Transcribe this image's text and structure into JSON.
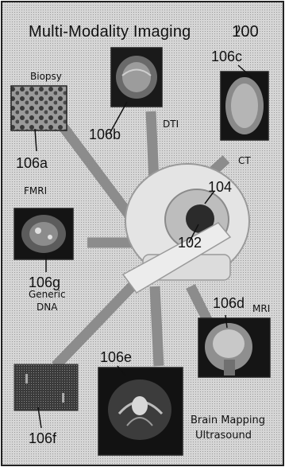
{
  "figure": {
    "title": "Multi-Modality Imaging",
    "title_ref": "100",
    "scanner_ref": "102",
    "gantry_ref": "104",
    "modalities": [
      {
        "key": "biopsy",
        "label": "Biopsy",
        "ref": "106a"
      },
      {
        "key": "dti",
        "label": "DTI",
        "ref": "106b"
      },
      {
        "key": "ct",
        "label": "CT",
        "ref": "106c"
      },
      {
        "key": "fmri",
        "label": "FMRI",
        "ref": "106g"
      },
      {
        "key": "dna",
        "label": "Generic DNA",
        "label_lines": [
          "Generic",
          "DNA"
        ],
        "ref": "106f"
      },
      {
        "key": "mri",
        "label": "MRI",
        "ref": "106d"
      },
      {
        "key": "ultrasound",
        "label": "Brain Mapping Ultrasound",
        "label_lines": [
          "Brain Mapping",
          "Ultrasound"
        ],
        "ref": "106e"
      }
    ]
  },
  "colors": {
    "background": "#d4d4d4",
    "border": "#222222",
    "connector": "#8c8c8c",
    "panel_dark": "#1e1e1e",
    "panel_mid": "#5a5a5a",
    "scanner": "#e6e6e6"
  }
}
